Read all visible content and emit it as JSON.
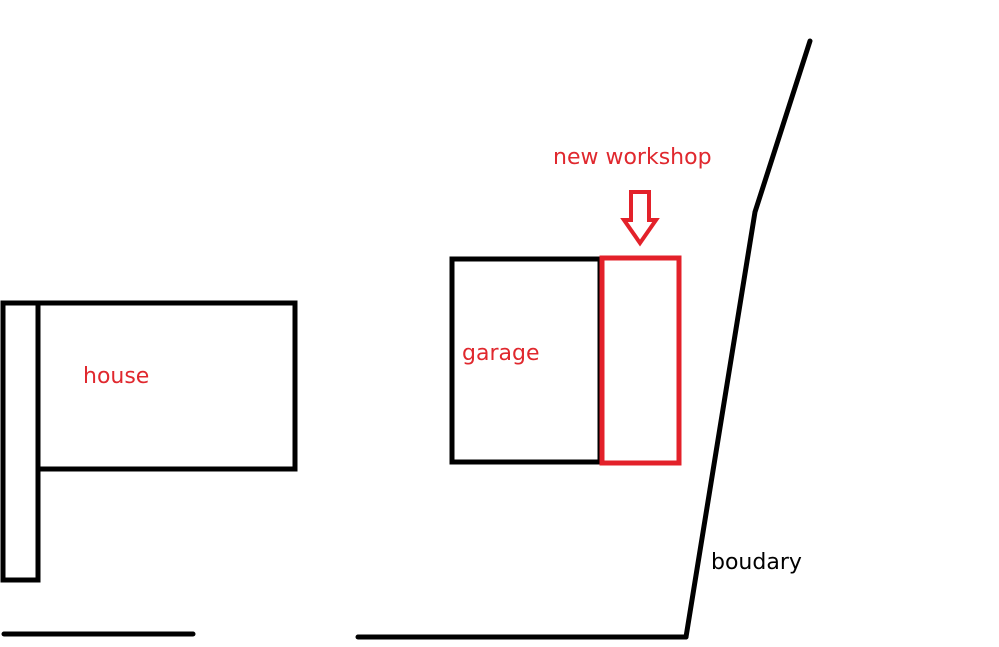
{
  "labels": {
    "house": "house",
    "garage": "garage",
    "new_workshop": "new workshop",
    "boundary": "boudary"
  },
  "colors": {
    "outline": "#000000",
    "highlight": "#e3212a",
    "label_red": "#e0282e",
    "label_black": "#000000"
  }
}
